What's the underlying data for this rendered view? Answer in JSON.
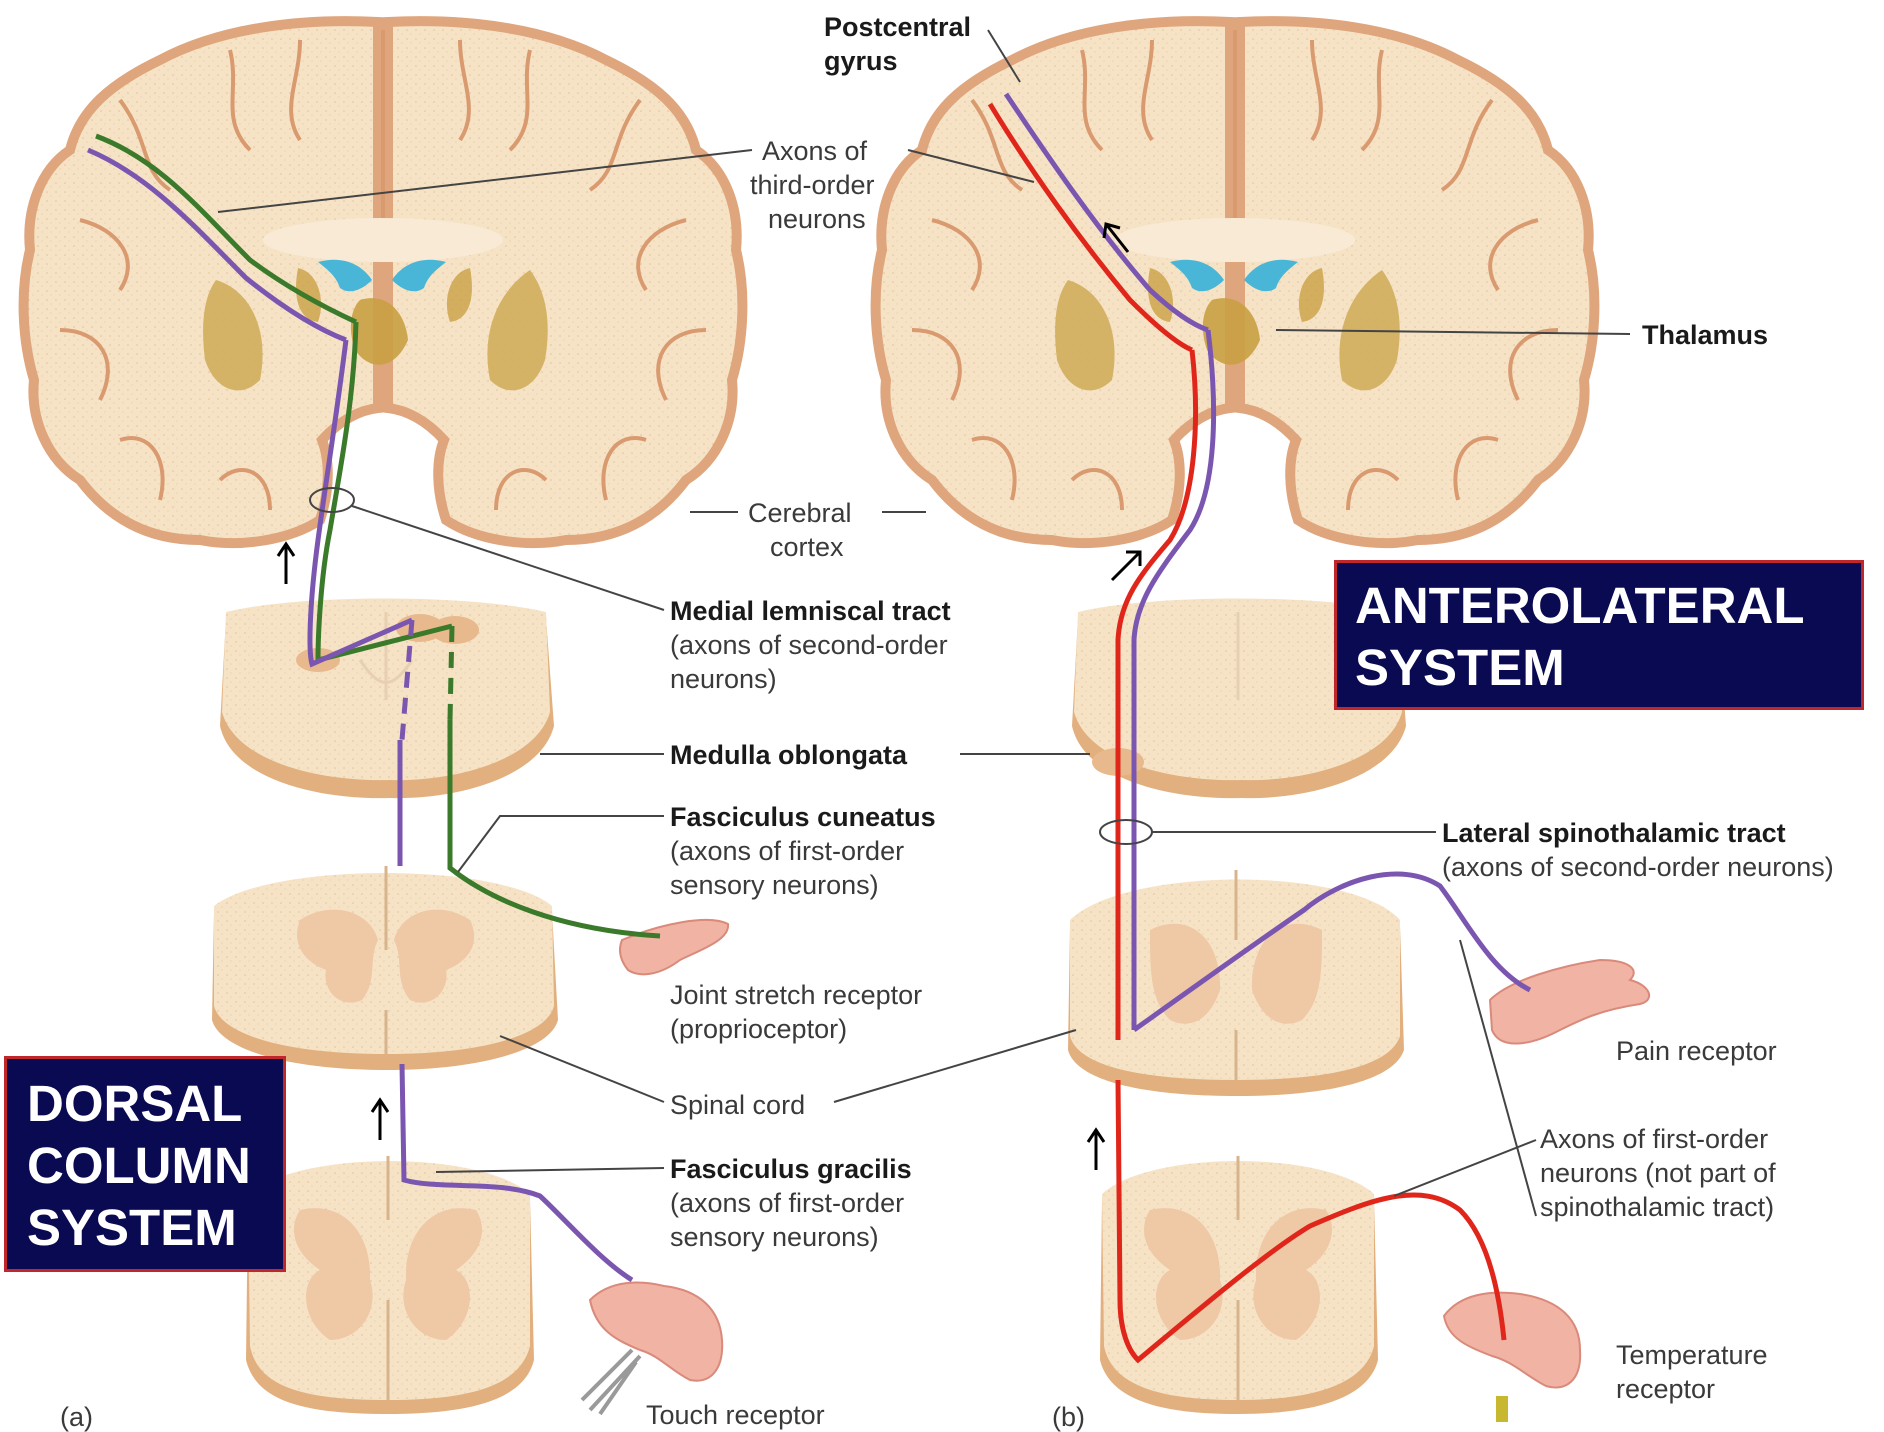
{
  "labels": {
    "postcentral_gyrus": [
      "Postcentral",
      "gyrus"
    ],
    "axons_third_order": [
      "Axons of",
      "third-order",
      "neurons"
    ],
    "thalamus": "Thalamus",
    "cerebral_cortex": [
      "Cerebral",
      "cortex"
    ],
    "medial_lemniscal": [
      "Medial lemniscal tract",
      "(axons of second-order",
      "neurons)"
    ],
    "medulla": "Medulla oblongata",
    "fasciculus_cuneatus": [
      "Fasciculus cuneatus",
      "(axons of first-order",
      "sensory neurons)"
    ],
    "lateral_spinothalamic": [
      "Lateral spinothalamic tract",
      "(axons of second-order neurons)"
    ],
    "joint_stretch": [
      "Joint stretch receptor",
      "(proprioceptor)"
    ],
    "pain_receptor": "Pain receptor",
    "spinal_cord": "Spinal cord",
    "fasciculus_gracilis": [
      "Fasciculus gracilis",
      "(axons of first-order",
      "sensory neurons)"
    ],
    "axons_first_order": [
      "Axons of first-order",
      "neurons (not part of",
      "spinothalamic tract)"
    ],
    "temperature_receptor": [
      "Temperature",
      "receptor"
    ],
    "touch_receptor": "Touch receptor",
    "panel_a": "(a)",
    "panel_b": "(b)"
  },
  "systems": {
    "anterolateral": [
      "ANTEROLATERAL",
      "SYSTEM"
    ],
    "dorsal_column": [
      "DORSAL",
      "COLUMN",
      "SYSTEM"
    ]
  },
  "colors": {
    "tissue": "#f3d9b8",
    "tissue_edge": "#dfa57c",
    "gray_matter": "#efc8a6",
    "nuclei": "#c9a043",
    "ventricle": "#49b6d8",
    "green_pathway": "#3a7a2a",
    "purple_pathway": "#7b56b0",
    "red_pathway": "#e0261b",
    "box_fill": "#0a0a52",
    "box_border": "#c0272d"
  }
}
